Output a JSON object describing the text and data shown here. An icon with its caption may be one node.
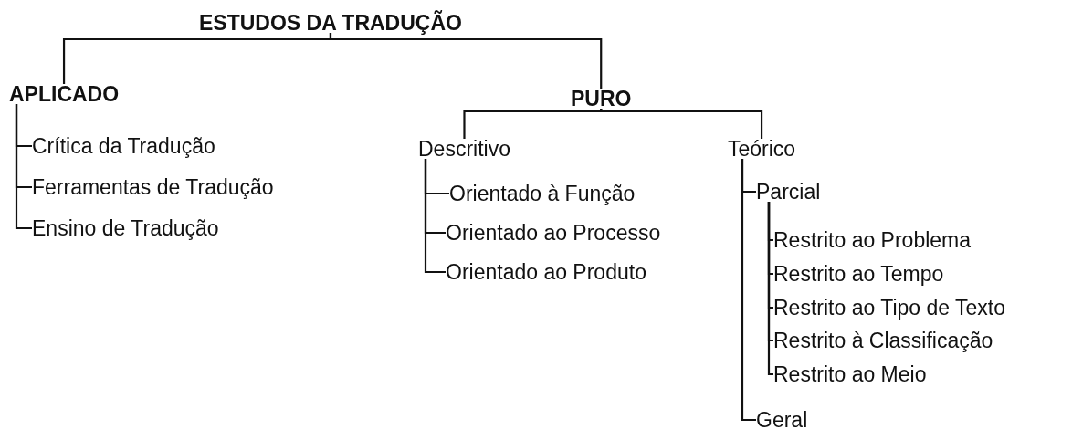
{
  "diagram": {
    "nodes": [
      {
        "text": [
          "ESTUDOS DA TRADUÇÃO"
        ]
      },
      {
        "text": [
          "APLICADO"
        ]
      },
      {
        "text": [
          "Crítica da Tradução"
        ]
      },
      {
        "text": [
          "Ferramentas de Tradução"
        ]
      },
      {
        "text": [
          "Ensino de Tradução"
        ]
      },
      {
        "text": [
          "PURO"
        ]
      },
      {
        "text": [
          "Descritivo"
        ]
      },
      {
        "text": [
          "Orientado à Função"
        ]
      },
      {
        "text": [
          "Orientado ao Processo"
        ]
      },
      {
        "text": [
          "Orientado ao Produto"
        ]
      },
      {
        "text": [
          "Teórico"
        ]
      },
      {
        "text": [
          "Parcial"
        ]
      },
      {
        "text": [
          "Restrito ao Problema"
        ]
      },
      {
        "text": [
          "Restrito ao Tempo"
        ]
      },
      {
        "text": [
          "Restrito ao Tipo de Texto"
        ]
      },
      {
        "text": [
          "Restrito à Classificação"
        ]
      },
      {
        "text": [
          "Restrito ao Meio"
        ]
      },
      {
        "text": [
          "Geral"
        ]
      }
    ],
    "edges": [
      {
        "from": 0,
        "to": 1,
        "arrow": "none"
      },
      {
        "from": 0,
        "to": 5,
        "arrow": "none"
      },
      {
        "from": 1,
        "to": 2,
        "arrow": "none"
      },
      {
        "from": 1,
        "to": 3,
        "arrow": "none"
      },
      {
        "from": 1,
        "to": 4,
        "arrow": "none"
      },
      {
        "from": 5,
        "to": 6,
        "arrow": "none"
      },
      {
        "from": 5,
        "to": 10,
        "arrow": "none"
      },
      {
        "from": 6,
        "to": 7,
        "arrow": "none"
      },
      {
        "from": 6,
        "to": 8,
        "arrow": "none"
      },
      {
        "from": 6,
        "to": 9,
        "arrow": "none"
      },
      {
        "from": 10,
        "to": 11,
        "arrow": "none"
      },
      {
        "from": 10,
        "to": 17,
        "arrow": "none"
      },
      {
        "from": 11,
        "to": 12,
        "arrow": "none"
      },
      {
        "from": 11,
        "to": 13,
        "arrow": "none"
      },
      {
        "from": 11,
        "to": 14,
        "arrow": "none"
      },
      {
        "from": 11,
        "to": 15,
        "arrow": "none"
      },
      {
        "from": 11,
        "to": 16,
        "arrow": "none"
      }
    ]
  }
}
